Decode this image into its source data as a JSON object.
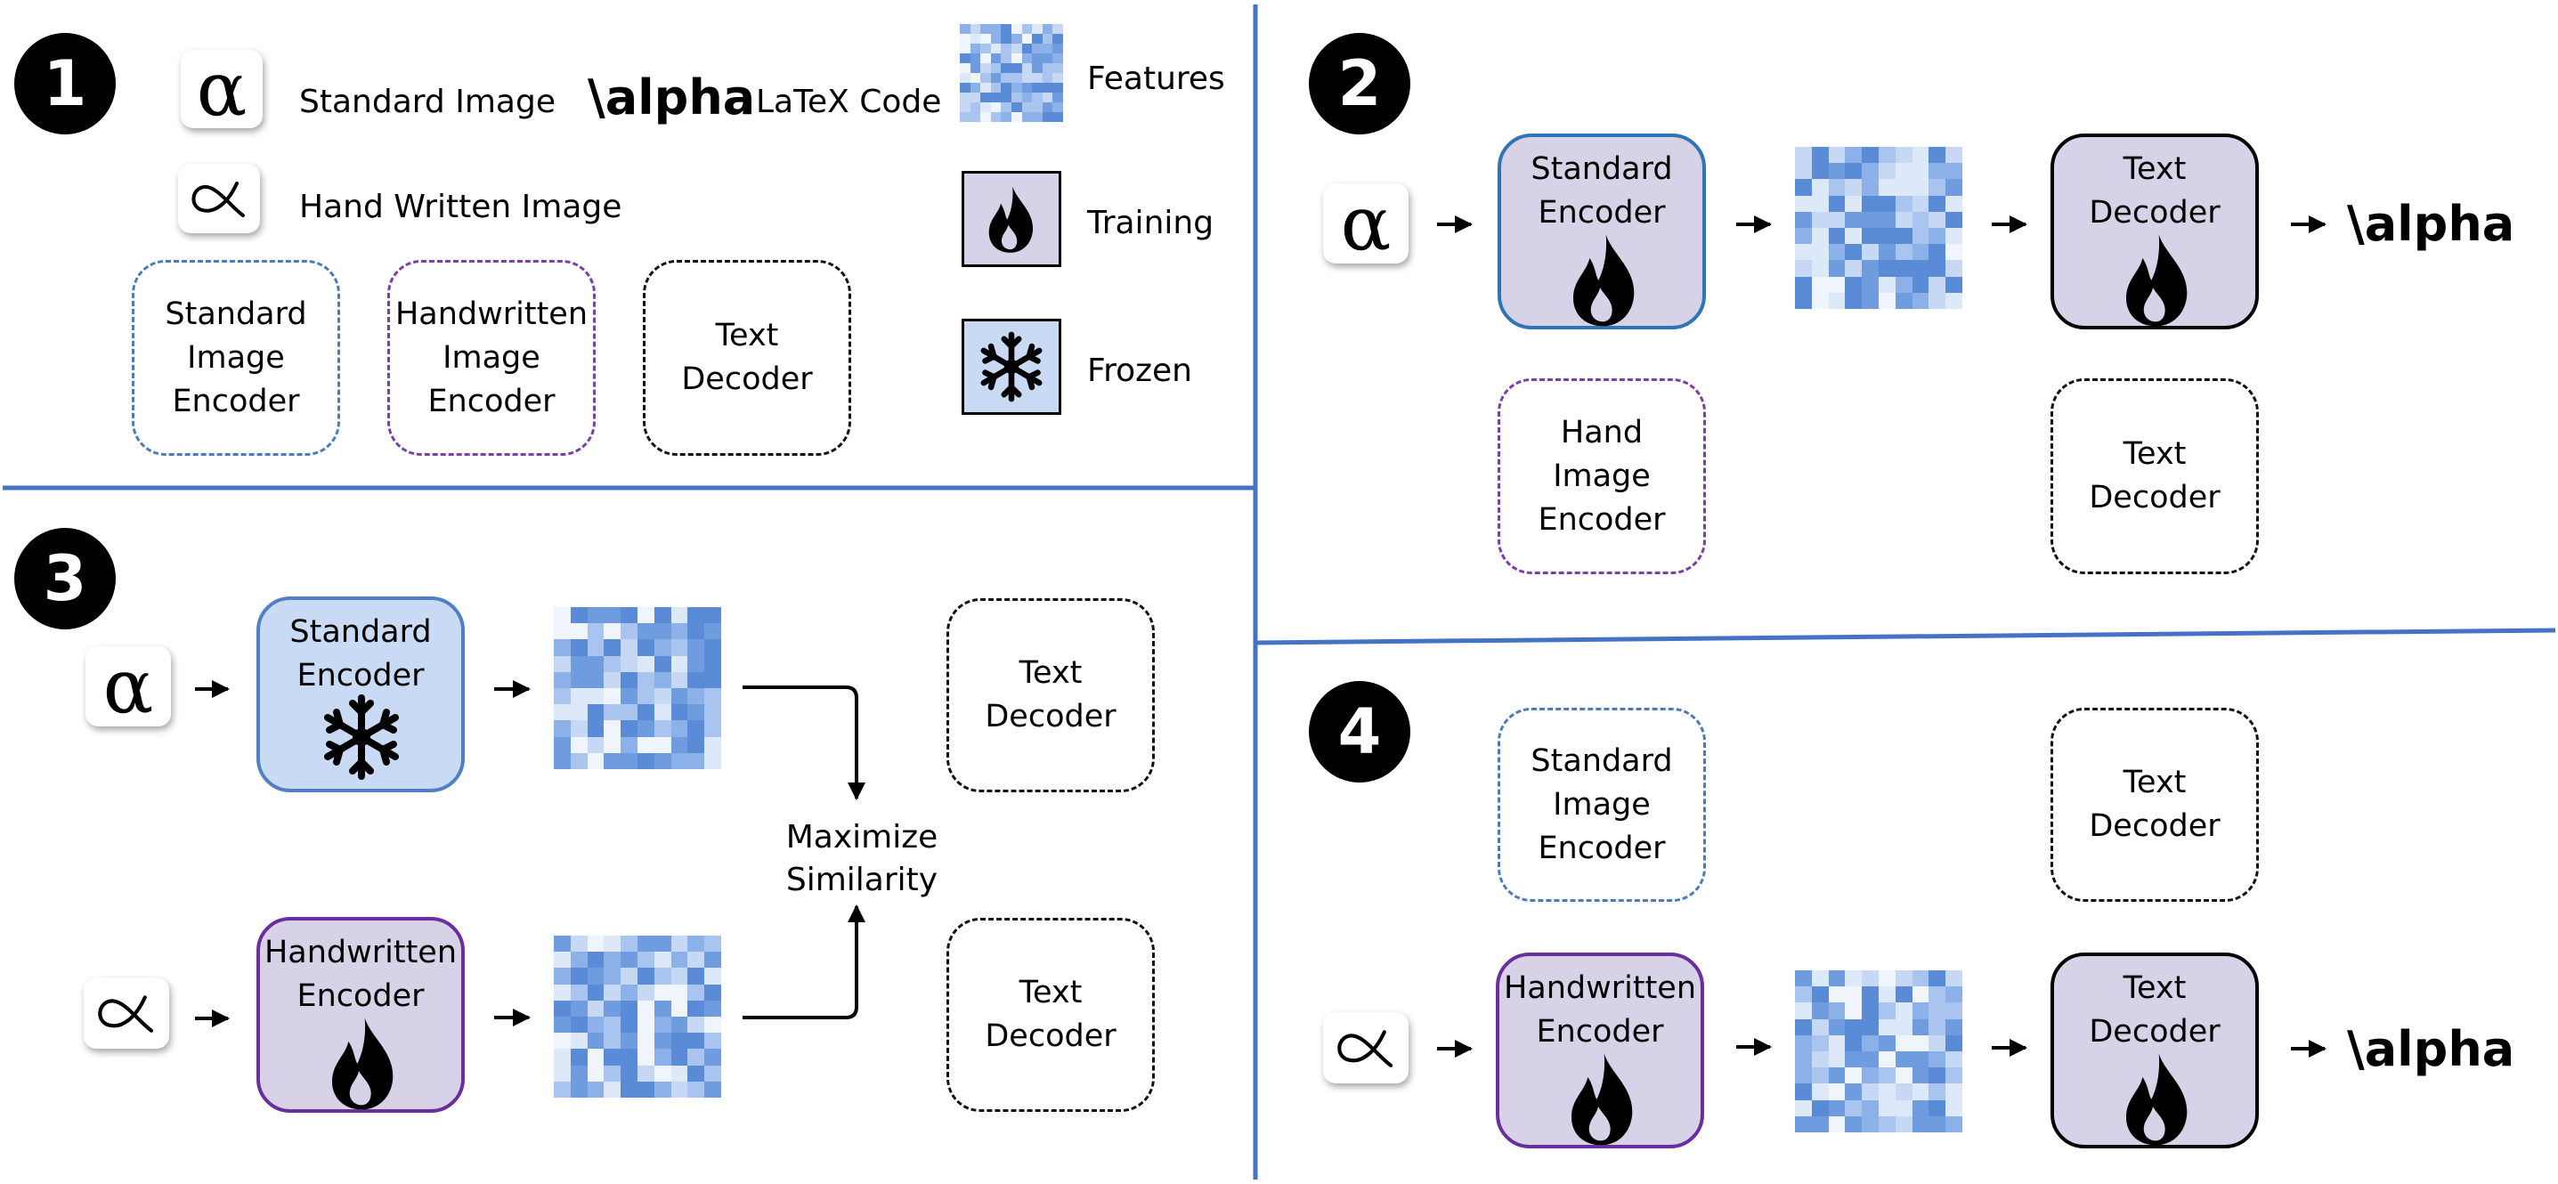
{
  "panel_numbers": [
    "1",
    "2",
    "3",
    "4"
  ],
  "legend": {
    "standard_image_glyph": "α",
    "standard_image": "Standard Image",
    "latex_example": "\\alpha",
    "latex_code": "LaTeX Code",
    "features": "Features",
    "hand_written_image": "Hand Written Image",
    "training": "Training",
    "frozen": "Frozen",
    "box_standard_image_encoder": "Standard\nImage\nEncoder",
    "box_handwritten_image_encoder": "Handwritten\nImage\nEncoder",
    "box_text_decoder": "Text\nDecoder"
  },
  "panel2": {
    "input_glyph": "α",
    "encoder_active": "Standard\nEncoder",
    "decoder_active": "Text\nDecoder",
    "output": "\\alpha",
    "encoder_inactive": "Hand\nImage\nEncoder",
    "decoder_inactive": "Text\nDecoder"
  },
  "panel3": {
    "input_glyph": "α",
    "standard_encoder": "Standard\nEncoder",
    "handwritten_encoder": "Handwritten\nEncoder",
    "decoder_top": "Text\nDecoder",
    "decoder_bottom": "Text\nDecoder",
    "objective": "Maximize\nSimilarity"
  },
  "panel4": {
    "encoder_inactive": "Standard\nImage\nEncoder",
    "decoder_inactive": "Text\nDecoder",
    "encoder_active": "Handwritten\nEncoder",
    "decoder_active": "Text\nDecoder",
    "output": "\\alpha"
  },
  "colors": {
    "divider": "#4472c4",
    "training_fill": "#d8d2e8",
    "frozen_fill": "#c9daf5",
    "standard_border": "#2f74b5",
    "handwritten_border": "#6a2f9a"
  },
  "icons": [
    "flame-icon",
    "snowflake-icon",
    "handwritten-alpha-icon",
    "feature-grid-icon"
  ]
}
